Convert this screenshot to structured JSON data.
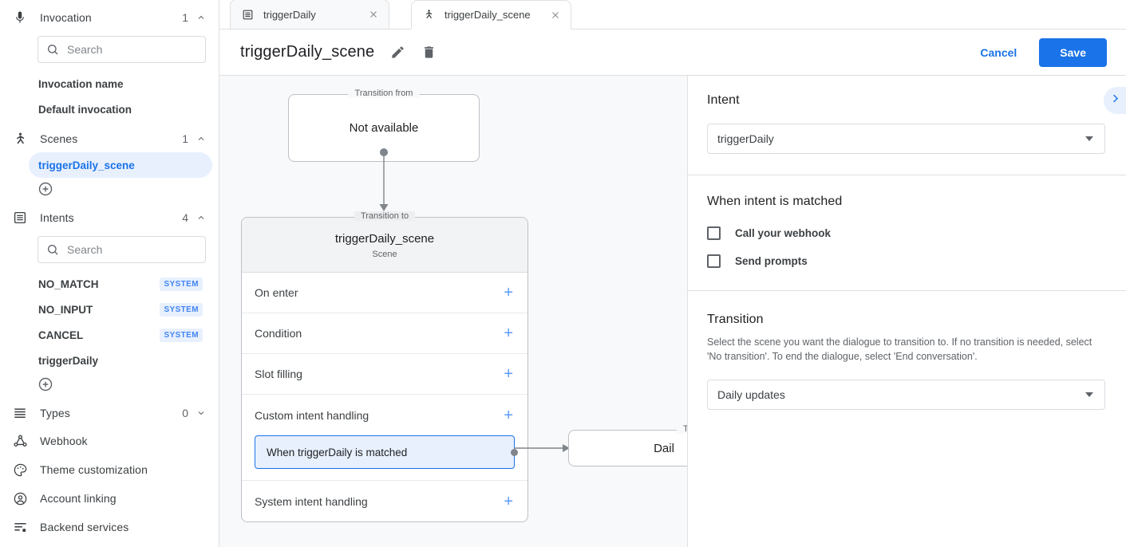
{
  "sidebar": {
    "sections": [
      {
        "icon": "microphone-icon",
        "label": "Invocation",
        "count": "1",
        "chevron": "up"
      },
      {
        "icon": "scenes-icon",
        "label": "Scenes",
        "count": "1",
        "chevron": "up"
      },
      {
        "icon": "intents-icon",
        "label": "Intents",
        "count": "4",
        "chevron": "up"
      },
      {
        "icon": "types-icon",
        "label": "Types",
        "count": "0",
        "chevron": "down"
      }
    ],
    "invocation_search_placeholder": "Search",
    "invocation_items": [
      {
        "label": "Invocation name"
      },
      {
        "label": "Default invocation"
      }
    ],
    "scene_items": [
      {
        "label": "triggerDaily_scene",
        "selected": true
      }
    ],
    "intents_search_placeholder": "Search",
    "intent_items": [
      {
        "label": "NO_MATCH",
        "badge": "SYSTEM"
      },
      {
        "label": "NO_INPUT",
        "badge": "SYSTEM"
      },
      {
        "label": "CANCEL",
        "badge": "SYSTEM"
      },
      {
        "label": "triggerDaily",
        "badge": ""
      }
    ],
    "footer_items": [
      {
        "icon": "webhook-icon",
        "label": "Webhook"
      },
      {
        "icon": "palette-icon",
        "label": "Theme customization"
      },
      {
        "icon": "account-icon",
        "label": "Account linking"
      },
      {
        "icon": "backend-services-icon",
        "label": "Backend services"
      }
    ]
  },
  "tabs": [
    {
      "icon": "intent-tab-icon",
      "label": "triggerDaily",
      "active": false
    },
    {
      "icon": "scene-tab-icon",
      "label": "triggerDaily_scene",
      "active": true
    }
  ],
  "header": {
    "title": "triggerDaily_scene",
    "edit_icon": "pencil-icon",
    "delete_icon": "trash-icon",
    "cancel_label": "Cancel",
    "save_label": "Save"
  },
  "canvas": {
    "from_node": {
      "legend": "Transition from",
      "value": "Not available"
    },
    "scene_node": {
      "legend": "Transition to",
      "title": "triggerDaily_scene",
      "subtitle": "Scene",
      "rows": [
        {
          "label": "On enter",
          "add": "+"
        },
        {
          "label": "Condition",
          "add": "+"
        },
        {
          "label": "Slot filling",
          "add": "+"
        },
        {
          "label": "Custom intent handling",
          "add": "+"
        },
        {
          "label": "System intent handling",
          "add": "+"
        }
      ],
      "handler_chip": "When triggerDaily is matched"
    },
    "target_node": {
      "legend": "Tr",
      "value": "Dail"
    }
  },
  "right_panel": {
    "collapse_icon": "chevron-right-icon",
    "intent": {
      "title": "Intent",
      "selected": "triggerDaily"
    },
    "when_matched": {
      "title": "When intent is matched",
      "options": [
        {
          "label": "Call your webhook",
          "checked": false
        },
        {
          "label": "Send prompts",
          "checked": false
        }
      ]
    },
    "transition": {
      "title": "Transition",
      "description": "Select the scene you want the dialogue to transition to. If no transition is needed, select 'No transition'. To end the dialogue, select 'End conversation'.",
      "selected": "Daily updates"
    }
  },
  "colors": {
    "accent": "#1a73e8",
    "accent_bg": "#e8f0fe",
    "canvas_bg": "#f8f9fa",
    "border": "#dadce0",
    "text": "#3c4043",
    "muted": "#5f6368"
  }
}
